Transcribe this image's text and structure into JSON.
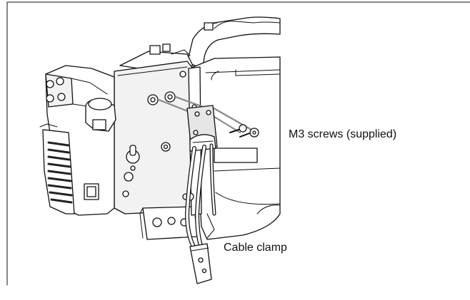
{
  "labels": {
    "screws": "M3 screws (supplied)",
    "clamp": "Cable clamp"
  },
  "icons": {
    "camera": "camera-body-illustration",
    "screws": "screw-icon",
    "clamp": "cable-clamp-icon"
  },
  "colors": {
    "background": "#ffffff",
    "line": "#111111",
    "panel": "#e6e6e6",
    "shade": "#8a8a8a"
  }
}
